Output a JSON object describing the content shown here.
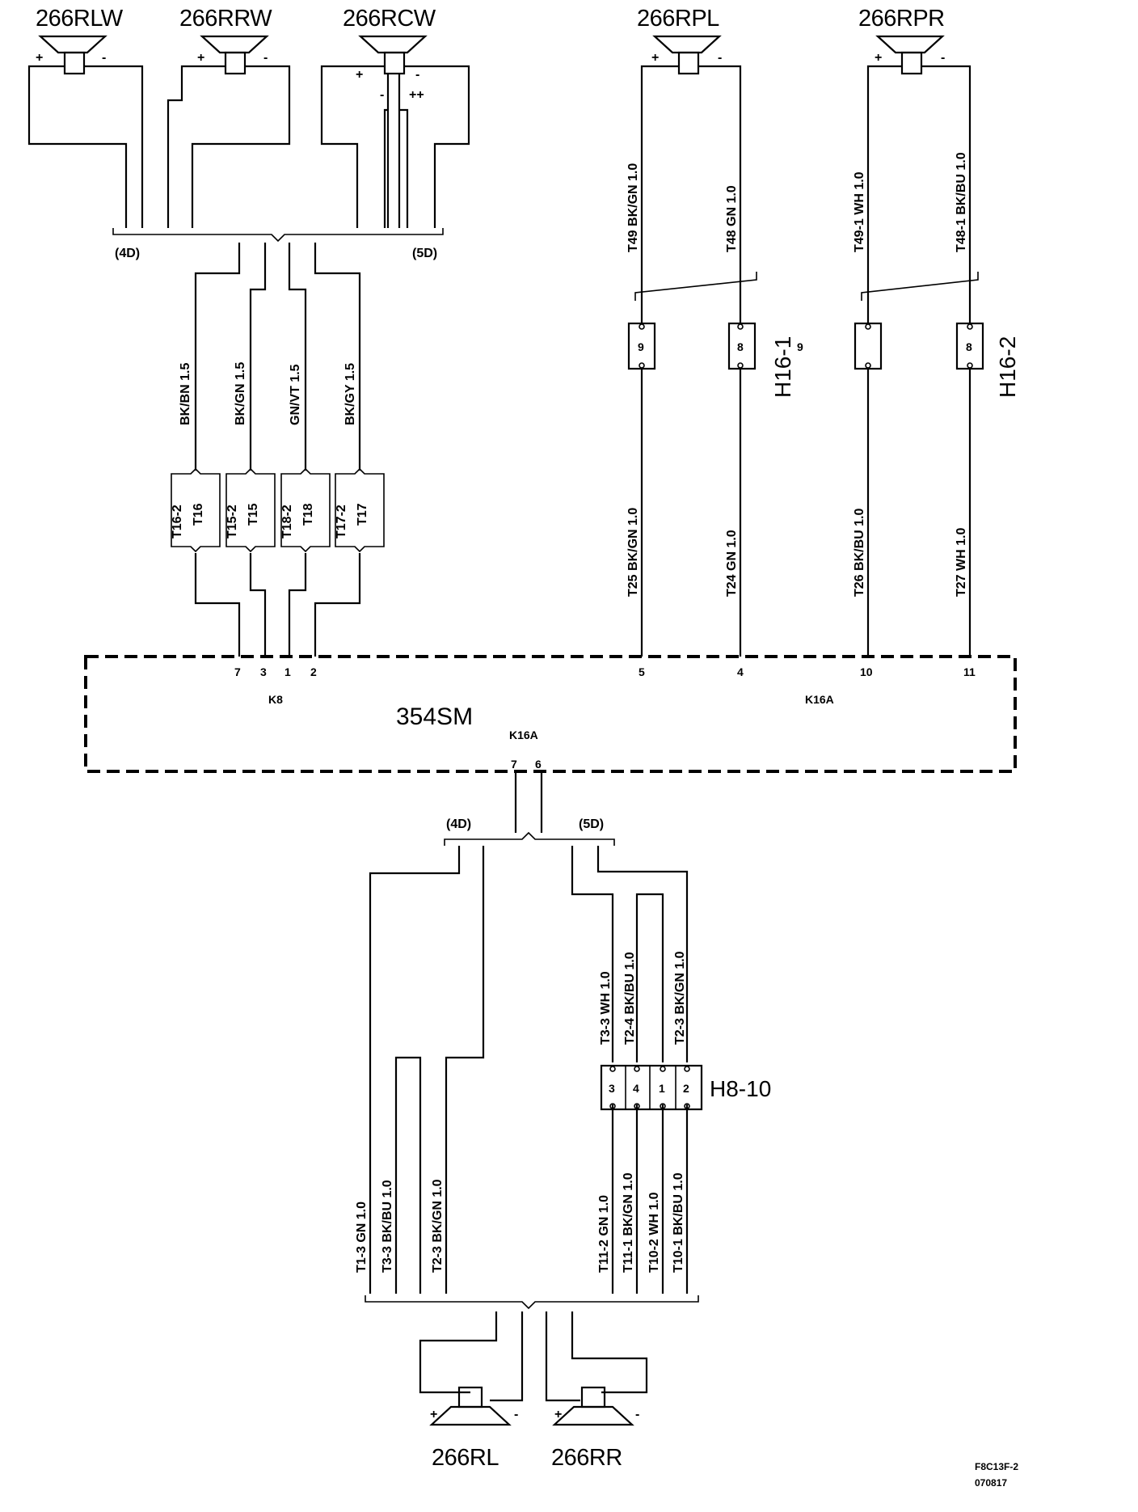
{
  "speakers": {
    "rlw": {
      "label": "266RLW",
      "plus": "+",
      "minus": "-"
    },
    "rrw": {
      "label": "266RRW",
      "plus": "+",
      "minus": "-"
    },
    "rcw": {
      "label": "266RCW",
      "plus": "+",
      "minus": "-",
      "plus2": "-",
      "minus2": "++"
    },
    "rpl": {
      "label": "266RPL",
      "plus": "+",
      "minus": "-"
    },
    "rpr": {
      "label": "266RPR",
      "plus": "+",
      "minus": "-"
    },
    "rl": {
      "label": "266RL",
      "plus": "+",
      "minus": "-"
    },
    "rr": {
      "label": "266RR",
      "plus": "+",
      "minus": "-"
    }
  },
  "variants": {
    "top_4d": "(4D)",
    "top_5d": "(5D)",
    "bottom_4d": "(4D)",
    "bottom_5d": "(5D)"
  },
  "wires_top_left": [
    "BK/BN  1.5",
    "BK/GN  1.5",
    "GN/VT  1.5",
    "BK/GY  1.5"
  ],
  "terminal_pairs": [
    {
      "a": "T16-2",
      "b": "T16"
    },
    {
      "a": "T15-2",
      "b": "T15"
    },
    {
      "a": "T18-2",
      "b": "T18"
    },
    {
      "a": "T17-2",
      "b": "T17"
    }
  ],
  "wires_rpl_upper": [
    "T49  BK/GN  1.0",
    "T48  GN  1.0"
  ],
  "wires_rpr_upper": [
    "T49-1  WH 1.0",
    "T48-1  BK/BU  1.0"
  ],
  "wires_lower_right": [
    "T25  BK/GN  1.0",
    "T24  GN  1.0",
    "T26  BK/BU  1.0",
    "T27  WH 1.0"
  ],
  "connectors": {
    "h16_1": {
      "label": "H16-1",
      "pin_a": "9",
      "pin_b": "8",
      "side_mark": "9"
    },
    "h16_2": {
      "label": "H16-2",
      "pin_a": "",
      "pin_b": "8"
    },
    "h8_10": {
      "label": "H8-10",
      "pins": [
        "3",
        "4",
        "1",
        "2"
      ]
    }
  },
  "module": {
    "label": "354SM",
    "conn_left": "K8",
    "conn_right": "K16A",
    "conn_bottom": "K16A",
    "pins_left": [
      "7",
      "3",
      "1",
      "2"
    ],
    "pins_right": [
      "5",
      "4",
      "10",
      "11"
    ],
    "pins_bottom": [
      "7",
      "6"
    ]
  },
  "wires_h8_upper": [
    "T3-3  WH  1.0",
    "T2-4  BK/BU  1.0",
    "T2-3  BK/GN  1.0"
  ],
  "wires_bottom_left": [
    "T1-3  GN  1.0",
    "T3-3  BK/BU  1.0",
    "T2-3  BK/GN  1.0"
  ],
  "wires_bottom_right": [
    "T11-2  GN  1.0",
    "T11-1  BK/GN  1.0",
    "T10-2  WH  1.0",
    "T10-1  BK/BU  1.0"
  ],
  "figure": {
    "code": "F8C13F-2",
    "date": "070817"
  }
}
